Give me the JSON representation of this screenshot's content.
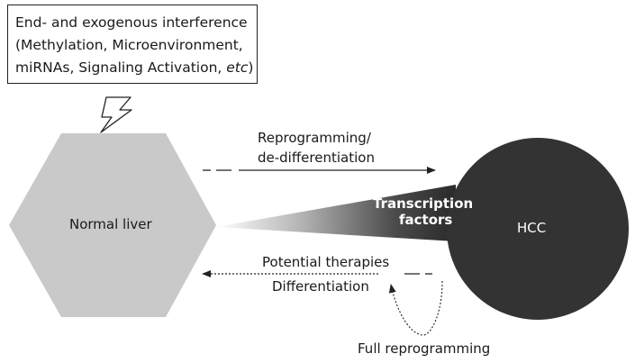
{
  "interference_box": {
    "line1": "End- and exogenous interference",
    "line2": "(Methylation, Microenvironment,",
    "line3_prefix": "miRNAs, Signaling Activation, ",
    "line3_italic": "etc",
    "line3_suffix": ")"
  },
  "nodes": {
    "normal_liver": "Normal liver",
    "hcc": "HCC"
  },
  "labels": {
    "reprogramming_line1": "Reprogramming/",
    "reprogramming_line2": "de-differentiation",
    "transcription_line1": "Transcription",
    "transcription_line2": "factors",
    "potential_therapies": "Potential therapies",
    "differentiation": "Differentiation",
    "full_reprogramming": "Full reprogramming"
  },
  "colors": {
    "hexagon_fill": "#c9c9c9",
    "circle_fill": "#333333",
    "line": "#222222"
  }
}
